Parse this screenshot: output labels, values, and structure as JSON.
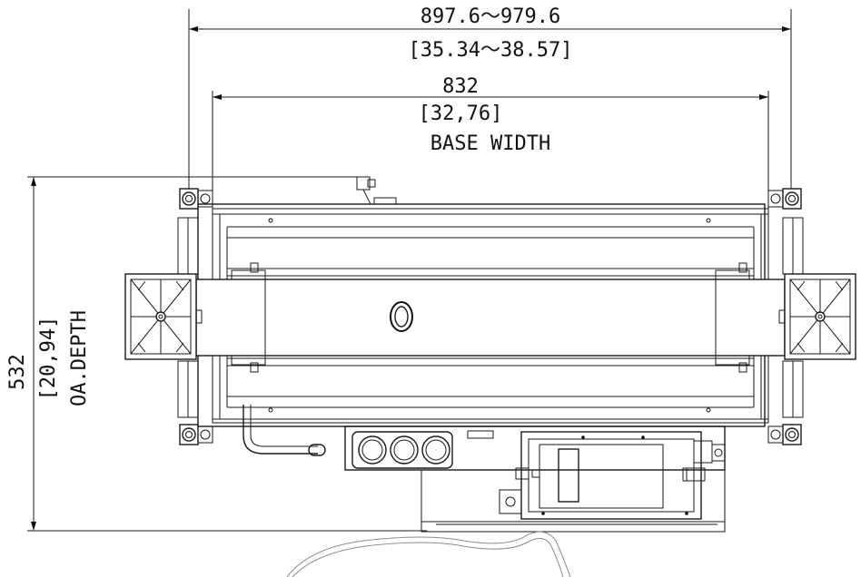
{
  "dimensions": {
    "overall_width": {
      "value_mm": "897.6～979.6",
      "value_in": "[35.34～38.57]"
    },
    "base_width": {
      "value_mm": "832",
      "value_in": "[32,76]",
      "label": "BASE WIDTH"
    },
    "overall_depth": {
      "value_mm": "532",
      "value_in": "[20,94]",
      "label": "OA.DEPTH"
    }
  },
  "colors": {
    "line": "#1a1a1a",
    "background": "#ffffff"
  }
}
